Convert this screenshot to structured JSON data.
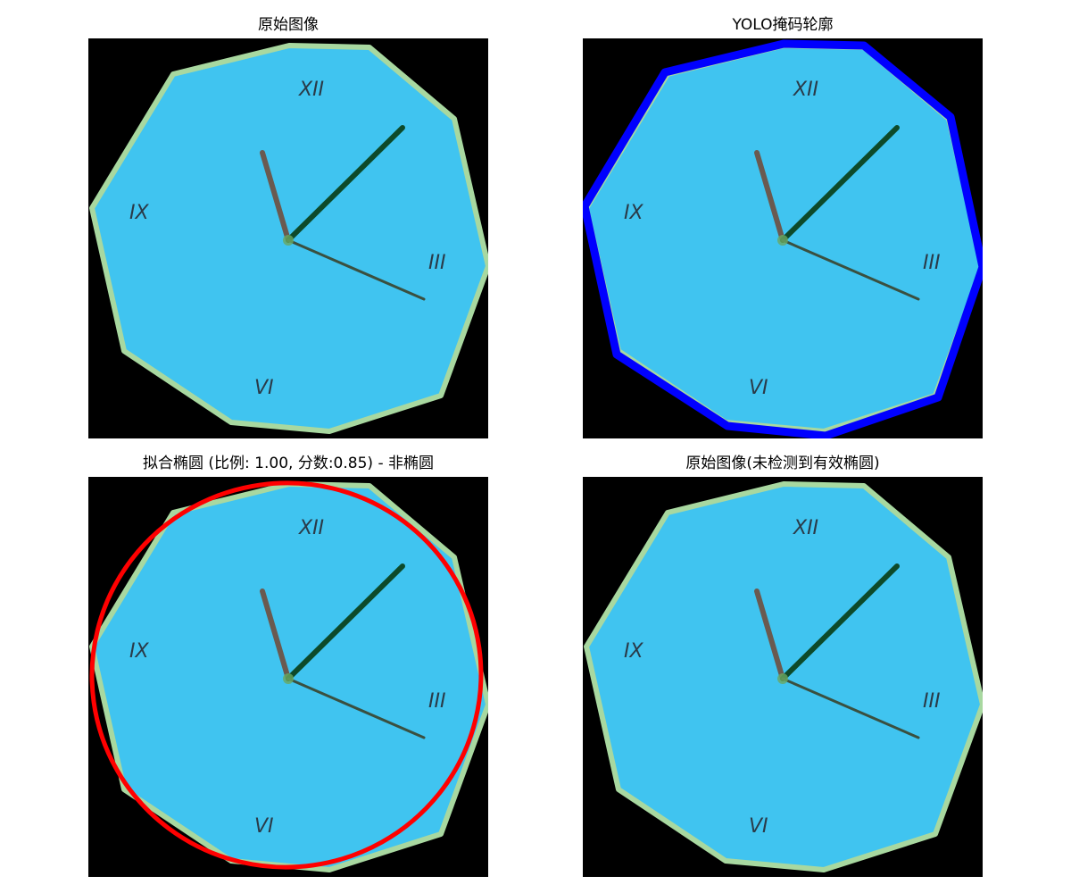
{
  "panels": [
    {
      "title": "原始图像",
      "overlay": "none",
      "numerals": [
        "XII",
        "III",
        "VI",
        "IX"
      ]
    },
    {
      "title": "YOLO掩码轮廓",
      "overlay": "contour",
      "overlay_color": "#0000ff",
      "numerals": [
        "XII",
        "III",
        "VI",
        "IX"
      ]
    },
    {
      "title": "拟合椭圆 (比例: 1.00, 分数:0.85) - 非椭圆",
      "overlay": "ellipse",
      "overlay_color": "#ff0000",
      "numerals": [
        "XII",
        "III",
        "VI",
        "IX"
      ]
    },
    {
      "title": "原始图像(未检测到有效椭圆)",
      "overlay": "none",
      "numerals": [
        "XII",
        "III",
        "VI",
        "IX"
      ]
    }
  ],
  "colors": {
    "face": "#40c4f0",
    "rim": "#a8d8a0",
    "background": "#000000",
    "hour_hand": "#6a5a50",
    "minute_hand": "#0d4a2a",
    "second_hand": "#3a5040"
  }
}
